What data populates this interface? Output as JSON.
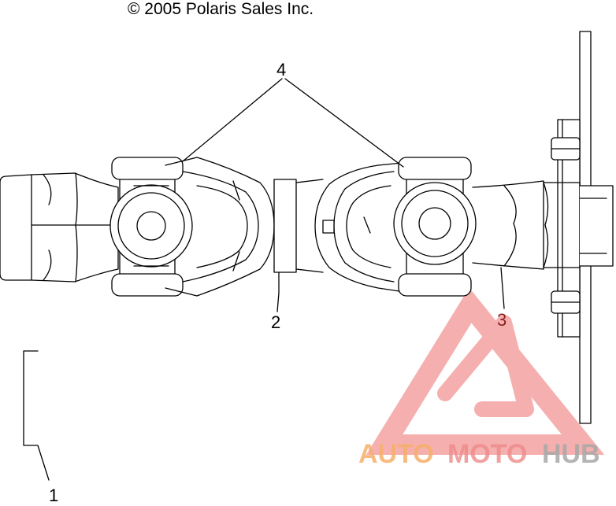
{
  "copyright": "© 2005 Polaris Sales Inc.",
  "callouts": {
    "c1": "1",
    "c2": "2",
    "c3": "3",
    "c4": "4"
  },
  "watermark": {
    "part1": "AUTO",
    "part2": "MOTO",
    "part3": "HUB",
    "colors": {
      "orange": "#f6b06b",
      "red": "#f4a6a6",
      "gray": "#a8a8a8"
    }
  }
}
